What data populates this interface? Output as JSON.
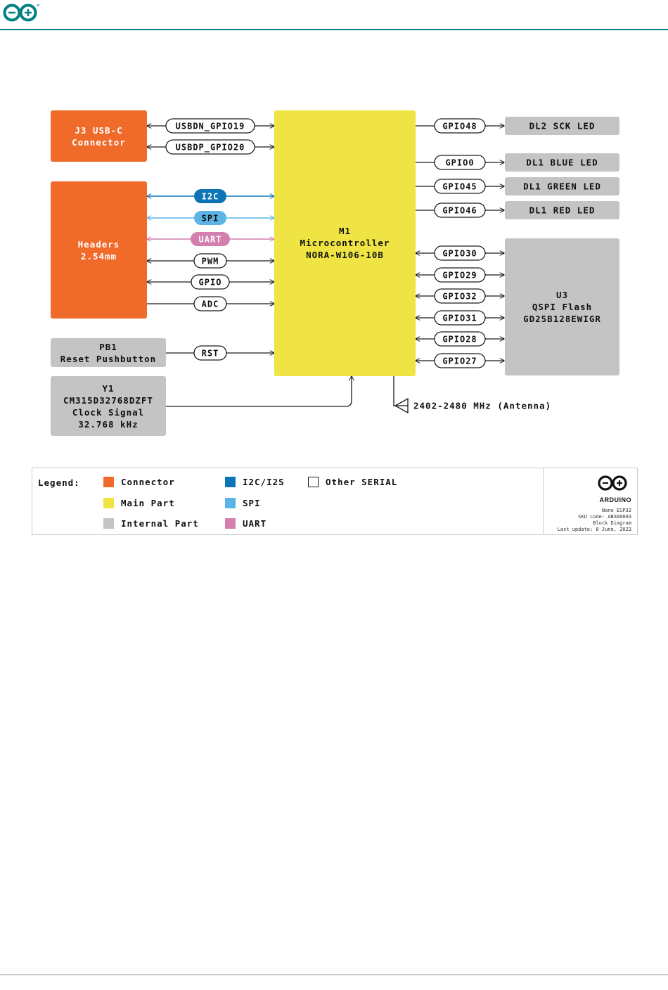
{
  "header": {
    "logo": "arduino-infinity-logo"
  },
  "colors": {
    "brand": "#008184",
    "connector": "#F06A2A",
    "main_part": "#EFE443",
    "internal_part": "#C4C4C4",
    "i2c": "#0D74B5",
    "spi": "#5BB4E5",
    "uart": "#D47FAE",
    "line": "#1a1a1a"
  },
  "blocks": {
    "usb": [
      "J3 USB-C",
      "Connector"
    ],
    "headers": [
      "Headers",
      "2.54mm"
    ],
    "reset": [
      "PB1",
      "Reset Pushbutton"
    ],
    "clock": [
      "Y1",
      "CM315D32768DZFT",
      "Clock Signal",
      "32.768 kHz"
    ],
    "mcu": [
      "M1",
      "Microcontroller",
      "NORA-W106-10B"
    ],
    "led_sck": "DL2 SCK LED",
    "led_blue": "DL1 BLUE LED",
    "led_green": "DL1 GREEN LED",
    "led_red": "DL1 RED LED",
    "flash": [
      "U3",
      "QSPI Flash",
      "GD25B128EWIGR"
    ]
  },
  "signals": {
    "usbdn": "USBDN_GPIO19",
    "usbdp": "USBDP_GPIO20",
    "i2c": "I2C",
    "spi": "SPI",
    "uart": "UART",
    "pwm": "PWM",
    "gpio": "GPIO",
    "adc": "ADC",
    "rst": "RST",
    "gpio48": "GPIO48",
    "gpio0": "GPIO0",
    "gpio45": "GPIO45",
    "gpio46": "GPIO46",
    "gpio30": "GPIO30",
    "gpio29": "GPIO29",
    "gpio32": "GPIO32",
    "gpio31": "GPIO31",
    "gpio28": "GPIO28",
    "gpio27": "GPIO27",
    "antenna": "2402-2480 MHz (Antenna)"
  },
  "legend": {
    "title": "Legend:",
    "connector": "Connector",
    "main_part": "Main Part",
    "internal_part": "Internal Part",
    "i2c": "I2C/I2S",
    "spi": "SPI",
    "uart": "UART",
    "other_serial": "Other SERIAL"
  },
  "brand": {
    "name": "ARDUINO",
    "product": "Nano ESP32",
    "sku": "SKU code: ABX00083",
    "doc": "Block Diagram",
    "updated": "Last update: 8 June, 2023"
  }
}
